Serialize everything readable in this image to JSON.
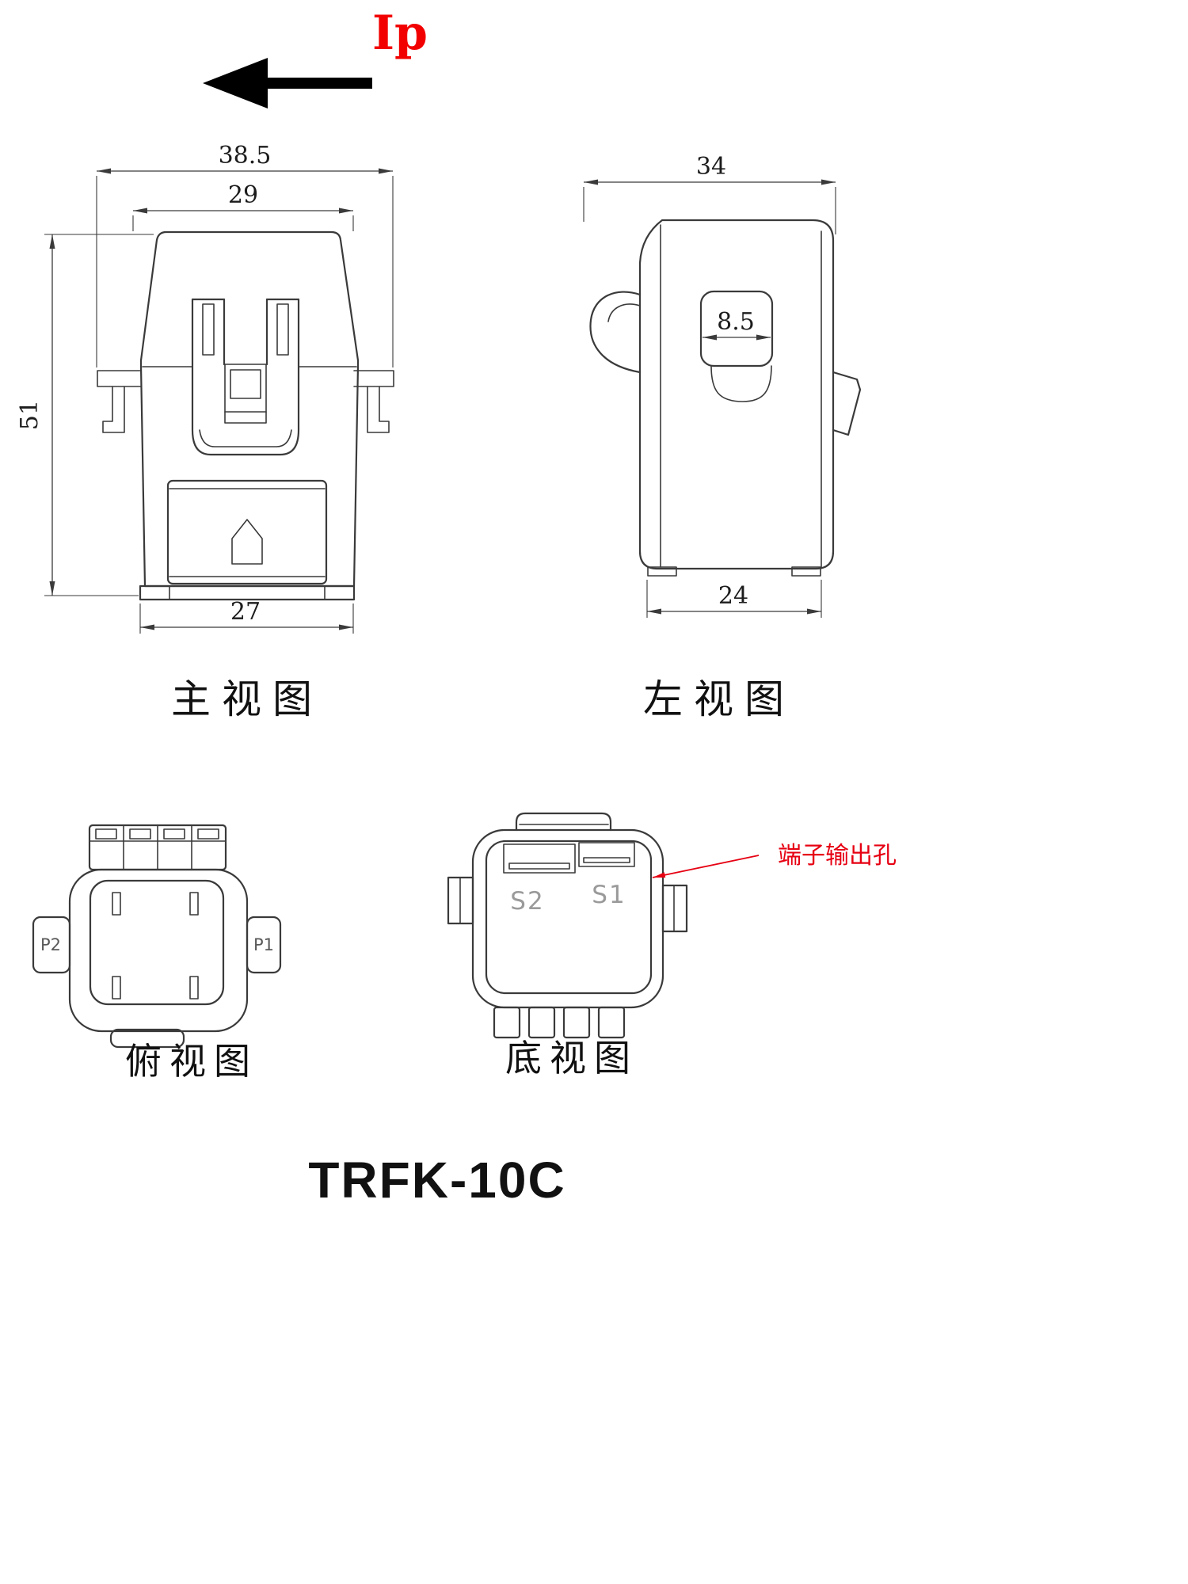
{
  "title": "TRFK-10C",
  "flow_label": "Ip",
  "annotation": "端子输出孔",
  "views": {
    "front": {
      "label": "主视图",
      "dim_overall": "38.5",
      "dim_window": "29",
      "dim_height": "51",
      "dim_base": "27"
    },
    "left": {
      "label": "左视图",
      "dim_width": "34",
      "dim_aperture": "8.5",
      "dim_base": "24"
    },
    "top": {
      "label": "俯视图",
      "terminal_left": "P2",
      "terminal_right": "P1"
    },
    "bottom": {
      "label": "底视图",
      "terminal_left": "S2",
      "terminal_right": "S1"
    }
  },
  "colors": {
    "line": "#3a3a3a",
    "accent_red": "#e60012",
    "flow_red": "#f20000",
    "molded_gray": "#9a9a9a"
  }
}
